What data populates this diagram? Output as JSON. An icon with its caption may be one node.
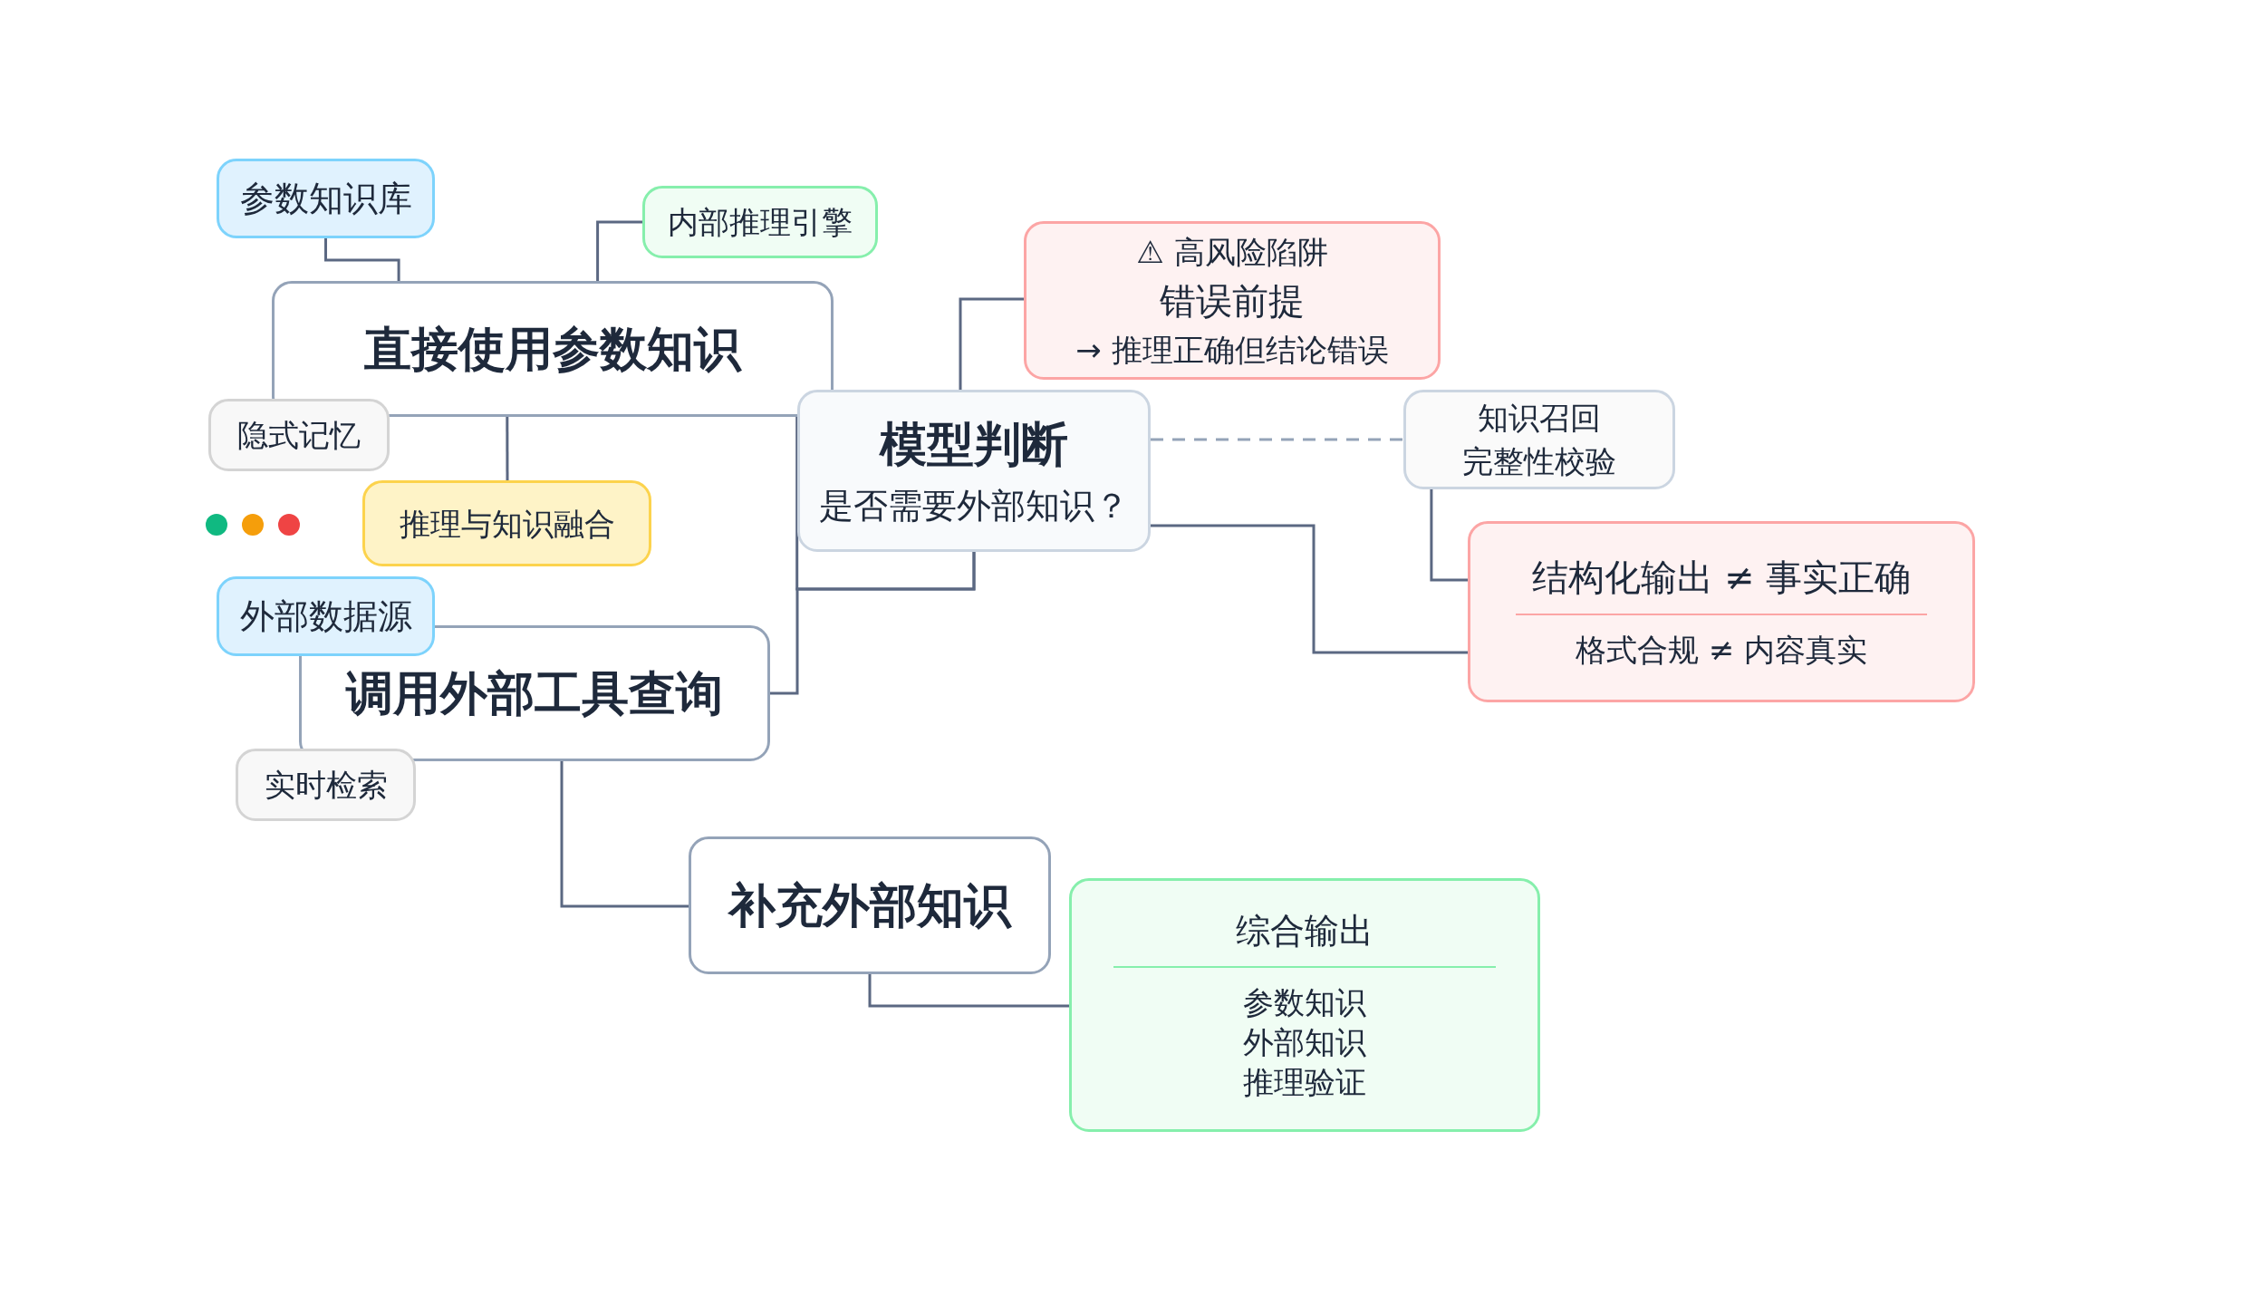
{
  "diagram": {
    "nodes": [
      {
        "text": [
          "参数知识库"
        ]
      },
      {
        "text": [
          "内部推理引擎"
        ]
      },
      {
        "text": [
          "直接使用参数知识"
        ]
      },
      {
        "text": [
          "隐式记忆"
        ]
      },
      {
        "text": [
          "⚠ 高风险陷阱",
          "错误前提",
          "→ 推理正确但结论错误"
        ]
      },
      {
        "text": [
          "模型判断",
          "是否需要外部知识？"
        ]
      },
      {
        "text": [
          "知识召回",
          "完整性校验"
        ]
      },
      {
        "text": [
          "推理与知识融合"
        ]
      },
      {
        "text": [
          "结构化输出 ≠ 事实正确",
          "格式合规 ≠ 内容真实"
        ]
      },
      {
        "text": [
          "外部数据源"
        ]
      },
      {
        "text": [
          "调用外部工具查询"
        ]
      },
      {
        "text": [
          "实时检索"
        ]
      },
      {
        "text": [
          "补充外部知识"
        ]
      },
      {
        "text": [
          "综合输出",
          "参数知识",
          "外部知识",
          "推理验证"
        ]
      }
    ],
    "edges": [
      {
        "from": 0,
        "to": 2,
        "arrow": "none"
      },
      {
        "from": 1,
        "to": 2,
        "arrow": "none"
      },
      {
        "from": 2,
        "to": 7,
        "arrow": "none"
      },
      {
        "from": 5,
        "to": 2,
        "arrow": "none"
      },
      {
        "from": 5,
        "to": 10,
        "arrow": "none"
      },
      {
        "from": 4,
        "to": 5,
        "arrow": "none"
      },
      {
        "from": 5,
        "to": 8,
        "arrow": "none"
      },
      {
        "from": 5,
        "to": 6,
        "arrow": "none",
        "style": "dashed",
        "color": "#94a3b8"
      },
      {
        "from": 6,
        "to": 8,
        "arrow": "none"
      },
      {
        "from": 10,
        "to": 12,
        "arrow": "none"
      },
      {
        "from": 12,
        "to": 13,
        "arrow": "none"
      }
    ]
  }
}
